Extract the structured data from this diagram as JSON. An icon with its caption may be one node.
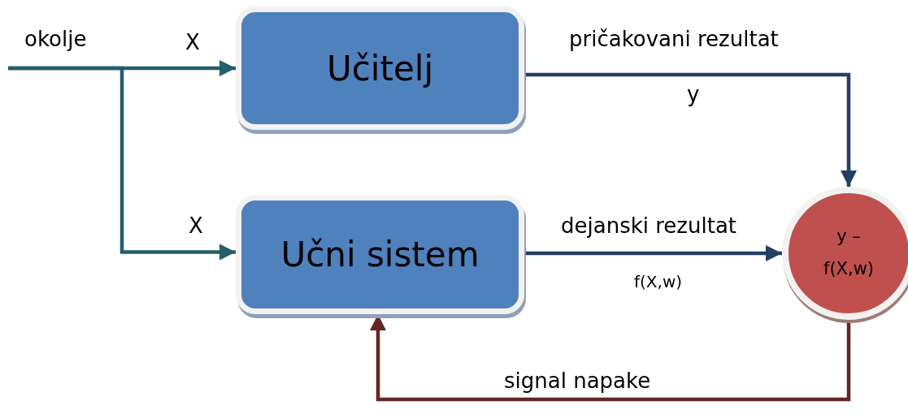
{
  "diagram": {
    "nodes": [
      {
        "text": [
          "okolje"
        ]
      },
      {
        "text": [
          "Učitelj"
        ]
      },
      {
        "text": [
          "Učni  sistem"
        ]
      },
      {
        "text": [
          "y – f(X,w)"
        ]
      }
    ],
    "edges": [
      {
        "from": 0,
        "to": 1,
        "arrow": "to",
        "label": "X",
        "color": "#235e6c"
      },
      {
        "from": 0,
        "to": 2,
        "arrow": "to",
        "label": "X",
        "color": "#235e6c"
      },
      {
        "from": 1,
        "to": 3,
        "arrow": "to",
        "label": "pričakovani rezultat",
        "color": "#243f63"
      },
      {
        "from": 2,
        "to": 3,
        "arrow": "to",
        "label": "dejanski rezultat",
        "color": "#243f63"
      },
      {
        "from": 3,
        "to": 2,
        "arrow": "to",
        "label": "signal napake",
        "color": "#632523"
      }
    ],
    "labels": [
      "y",
      "f(X,w)"
    ]
  }
}
